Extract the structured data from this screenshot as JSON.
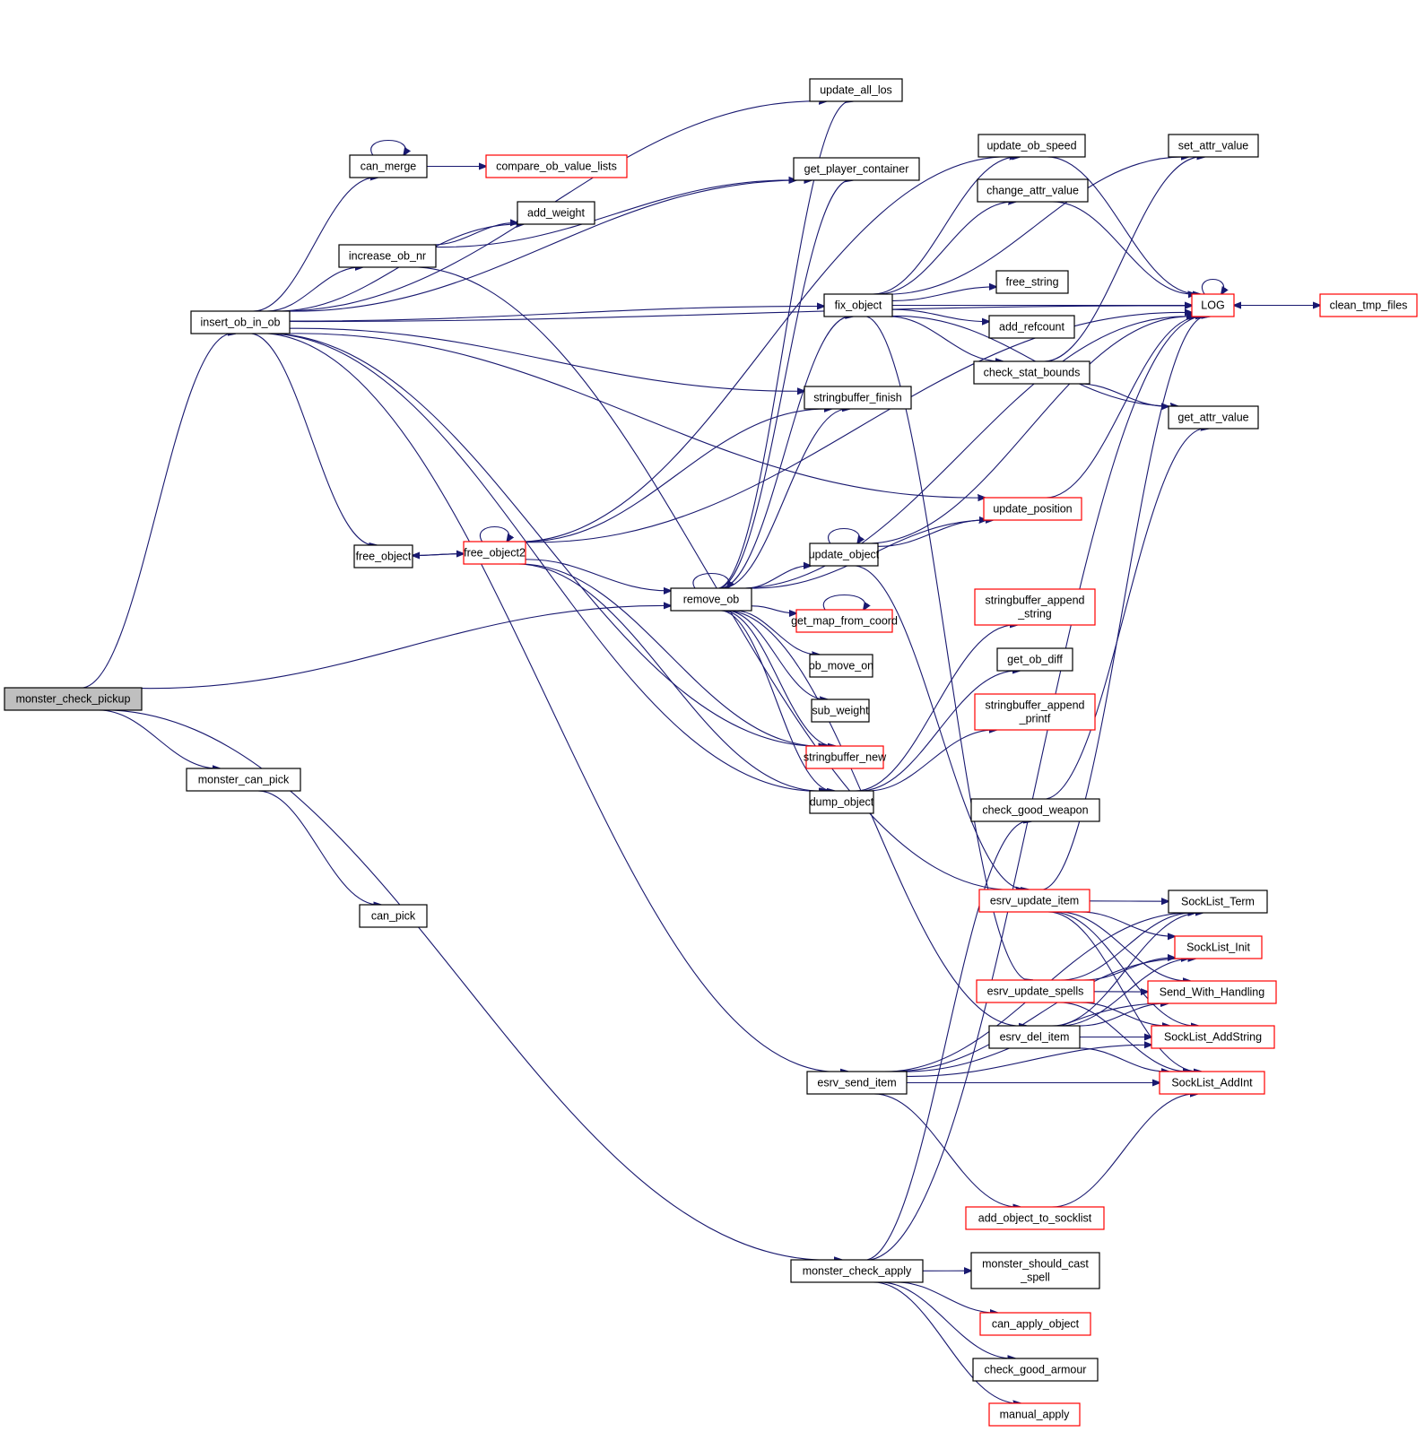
{
  "title": "monster_check_pickup call graph",
  "colors": {
    "edge": "#191970",
    "node_border": "#000000",
    "node_border_undocumented": "#ff0000",
    "root_fill": "#bfbfbf",
    "node_fill": "#ffffff"
  },
  "nodes": [
    {
      "id": "monster_check_pickup",
      "lines": [
        "monster_check_pickup"
      ],
      "style": "root"
    },
    {
      "id": "insert_ob_in_ob",
      "lines": [
        "insert_ob_in_ob"
      ],
      "style": "normal"
    },
    {
      "id": "monster_can_pick",
      "lines": [
        "monster_can_pick"
      ],
      "style": "normal"
    },
    {
      "id": "can_pick",
      "lines": [
        "can_pick"
      ],
      "style": "normal"
    },
    {
      "id": "can_merge",
      "lines": [
        "can_merge"
      ],
      "style": "normal"
    },
    {
      "id": "compare_ob_value_lists",
      "lines": [
        "compare_ob_value_lists"
      ],
      "style": "red"
    },
    {
      "id": "add_weight",
      "lines": [
        "add_weight"
      ],
      "style": "normal"
    },
    {
      "id": "increase_ob_nr",
      "lines": [
        "increase_ob_nr"
      ],
      "style": "normal"
    },
    {
      "id": "free_object",
      "lines": [
        "free_object"
      ],
      "style": "normal"
    },
    {
      "id": "free_object2",
      "lines": [
        "free_object2"
      ],
      "style": "red"
    },
    {
      "id": "update_all_los",
      "lines": [
        "update_all_los"
      ],
      "style": "normal"
    },
    {
      "id": "get_player_container",
      "lines": [
        "get_player_container"
      ],
      "style": "normal"
    },
    {
      "id": "fix_object",
      "lines": [
        "fix_object"
      ],
      "style": "normal"
    },
    {
      "id": "stringbuffer_finish",
      "lines": [
        "stringbuffer_finish"
      ],
      "style": "normal"
    },
    {
      "id": "remove_ob",
      "lines": [
        "remove_ob"
      ],
      "style": "normal"
    },
    {
      "id": "update_object",
      "lines": [
        "update_object"
      ],
      "style": "normal"
    },
    {
      "id": "get_map_from_coord",
      "lines": [
        "get_map_from_coord"
      ],
      "style": "red"
    },
    {
      "id": "ob_move_on",
      "lines": [
        "ob_move_on"
      ],
      "style": "normal"
    },
    {
      "id": "sub_weight",
      "lines": [
        "sub_weight"
      ],
      "style": "normal"
    },
    {
      "id": "stringbuffer_new",
      "lines": [
        "stringbuffer_new"
      ],
      "style": "red"
    },
    {
      "id": "dump_object",
      "lines": [
        "dump_object"
      ],
      "style": "normal"
    },
    {
      "id": "esrv_send_item",
      "lines": [
        "esrv_send_item"
      ],
      "style": "normal"
    },
    {
      "id": "monster_check_apply",
      "lines": [
        "monster_check_apply"
      ],
      "style": "normal"
    },
    {
      "id": "update_ob_speed",
      "lines": [
        "update_ob_speed"
      ],
      "style": "normal"
    },
    {
      "id": "change_attr_value",
      "lines": [
        "change_attr_value"
      ],
      "style": "normal"
    },
    {
      "id": "free_string",
      "lines": [
        "free_string"
      ],
      "style": "normal"
    },
    {
      "id": "add_refcount",
      "lines": [
        "add_refcount"
      ],
      "style": "normal"
    },
    {
      "id": "check_stat_bounds",
      "lines": [
        "check_stat_bounds"
      ],
      "style": "normal"
    },
    {
      "id": "update_position",
      "lines": [
        "update_position"
      ],
      "style": "red"
    },
    {
      "id": "stringbuffer_append_string",
      "lines": [
        "stringbuffer_append",
        "_string"
      ],
      "style": "red"
    },
    {
      "id": "get_ob_diff",
      "lines": [
        "get_ob_diff"
      ],
      "style": "normal"
    },
    {
      "id": "stringbuffer_append_printf",
      "lines": [
        "stringbuffer_append",
        "_printf"
      ],
      "style": "red"
    },
    {
      "id": "check_good_weapon",
      "lines": [
        "check_good_weapon"
      ],
      "style": "normal"
    },
    {
      "id": "esrv_update_item",
      "lines": [
        "esrv_update_item"
      ],
      "style": "red"
    },
    {
      "id": "esrv_update_spells",
      "lines": [
        "esrv_update_spells"
      ],
      "style": "red"
    },
    {
      "id": "esrv_del_item",
      "lines": [
        "esrv_del_item"
      ],
      "style": "normal"
    },
    {
      "id": "add_object_to_socklist",
      "lines": [
        "add_object_to_socklist"
      ],
      "style": "red"
    },
    {
      "id": "monster_should_cast_spell",
      "lines": [
        "monster_should_cast",
        "_spell"
      ],
      "style": "normal"
    },
    {
      "id": "can_apply_object",
      "lines": [
        "can_apply_object"
      ],
      "style": "red"
    },
    {
      "id": "check_good_armour",
      "lines": [
        "check_good_armour"
      ],
      "style": "normal"
    },
    {
      "id": "manual_apply",
      "lines": [
        "manual_apply"
      ],
      "style": "red"
    },
    {
      "id": "set_attr_value",
      "lines": [
        "set_attr_value"
      ],
      "style": "normal"
    },
    {
      "id": "LOG",
      "lines": [
        "LOG"
      ],
      "style": "red"
    },
    {
      "id": "clean_tmp_files",
      "lines": [
        "clean_tmp_files"
      ],
      "style": "red"
    },
    {
      "id": "get_attr_value",
      "lines": [
        "get_attr_value"
      ],
      "style": "normal"
    },
    {
      "id": "SockList_Term",
      "lines": [
        "SockList_Term"
      ],
      "style": "normal"
    },
    {
      "id": "SockList_Init",
      "lines": [
        "SockList_Init"
      ],
      "style": "red"
    },
    {
      "id": "Send_With_Handling",
      "lines": [
        "Send_With_Handling"
      ],
      "style": "red"
    },
    {
      "id": "SockList_AddString",
      "lines": [
        "SockList_AddString"
      ],
      "style": "red"
    },
    {
      "id": "SockList_AddInt",
      "lines": [
        "SockList_AddInt"
      ],
      "style": "red"
    }
  ],
  "edges": [
    [
      "monster_check_pickup",
      "insert_ob_in_ob"
    ],
    [
      "monster_check_pickup",
      "remove_ob"
    ],
    [
      "monster_check_pickup",
      "monster_can_pick"
    ],
    [
      "monster_check_pickup",
      "monster_check_apply"
    ],
    [
      "monster_can_pick",
      "can_pick"
    ],
    [
      "insert_ob_in_ob",
      "update_all_los"
    ],
    [
      "insert_ob_in_ob",
      "get_player_container"
    ],
    [
      "insert_ob_in_ob",
      "can_merge"
    ],
    [
      "insert_ob_in_ob",
      "add_weight"
    ],
    [
      "insert_ob_in_ob",
      "increase_ob_nr"
    ],
    [
      "insert_ob_in_ob",
      "fix_object"
    ],
    [
      "insert_ob_in_ob",
      "update_position"
    ],
    [
      "insert_ob_in_ob",
      "stringbuffer_finish"
    ],
    [
      "insert_ob_in_ob",
      "free_object"
    ],
    [
      "insert_ob_in_ob",
      "stringbuffer_new"
    ],
    [
      "insert_ob_in_ob",
      "dump_object"
    ],
    [
      "insert_ob_in_ob",
      "esrv_send_item"
    ],
    [
      "insert_ob_in_ob",
      "LOG"
    ],
    [
      "can_merge",
      "can_merge"
    ],
    [
      "can_merge",
      "compare_ob_value_lists"
    ],
    [
      "increase_ob_nr",
      "add_weight"
    ],
    [
      "increase_ob_nr",
      "get_player_container"
    ],
    [
      "increase_ob_nr",
      "esrv_update_item"
    ],
    [
      "free_object",
      "free_object2"
    ],
    [
      "free_object2",
      "free_object"
    ],
    [
      "free_object2",
      "free_object2"
    ],
    [
      "free_object2",
      "remove_ob"
    ],
    [
      "free_object2",
      "LOG"
    ],
    [
      "free_object2",
      "update_ob_speed"
    ],
    [
      "free_object2",
      "stringbuffer_new"
    ],
    [
      "free_object2",
      "dump_object"
    ],
    [
      "free_object2",
      "stringbuffer_finish"
    ],
    [
      "remove_ob",
      "remove_ob"
    ],
    [
      "remove_ob",
      "update_all_los"
    ],
    [
      "remove_ob",
      "get_player_container"
    ],
    [
      "remove_ob",
      "fix_object"
    ],
    [
      "remove_ob",
      "stringbuffer_finish"
    ],
    [
      "remove_ob",
      "update_object"
    ],
    [
      "remove_ob",
      "get_map_from_coord"
    ],
    [
      "remove_ob",
      "ob_move_on"
    ],
    [
      "remove_ob",
      "sub_weight"
    ],
    [
      "remove_ob",
      "stringbuffer_new"
    ],
    [
      "remove_ob",
      "dump_object"
    ],
    [
      "remove_ob",
      "update_position"
    ],
    [
      "remove_ob",
      "esrv_del_item"
    ],
    [
      "remove_ob",
      "LOG"
    ],
    [
      "update_object",
      "update_object"
    ],
    [
      "update_object",
      "update_position"
    ],
    [
      "update_object",
      "LOG"
    ],
    [
      "update_object",
      "esrv_update_item"
    ],
    [
      "get_map_from_coord",
      "get_map_from_coord"
    ],
    [
      "fix_object",
      "update_ob_speed"
    ],
    [
      "fix_object",
      "change_attr_value"
    ],
    [
      "fix_object",
      "free_string"
    ],
    [
      "fix_object",
      "add_refcount"
    ],
    [
      "fix_object",
      "check_stat_bounds"
    ],
    [
      "fix_object",
      "LOG"
    ],
    [
      "fix_object",
      "set_attr_value"
    ],
    [
      "fix_object",
      "get_attr_value"
    ],
    [
      "fix_object",
      "esrv_update_spells"
    ],
    [
      "update_ob_speed",
      "LOG"
    ],
    [
      "change_attr_value",
      "LOG"
    ],
    [
      "check_stat_bounds",
      "set_attr_value"
    ],
    [
      "check_stat_bounds",
      "get_attr_value"
    ],
    [
      "update_position",
      "LOG"
    ],
    [
      "dump_object",
      "stringbuffer_append_string"
    ],
    [
      "dump_object",
      "get_ob_diff"
    ],
    [
      "dump_object",
      "stringbuffer_append_printf"
    ],
    [
      "LOG",
      "LOG"
    ],
    [
      "LOG",
      "clean_tmp_files"
    ],
    [
      "clean_tmp_files",
      "LOG"
    ],
    [
      "check_good_weapon",
      "get_attr_value"
    ],
    [
      "esrv_update_item",
      "SockList_Term"
    ],
    [
      "esrv_update_item",
      "SockList_Init"
    ],
    [
      "esrv_update_item",
      "Send_With_Handling"
    ],
    [
      "esrv_update_item",
      "SockList_AddString"
    ],
    [
      "esrv_update_item",
      "SockList_AddInt"
    ],
    [
      "esrv_update_item",
      "LOG"
    ],
    [
      "esrv_update_spells",
      "SockList_Term"
    ],
    [
      "esrv_update_spells",
      "SockList_Init"
    ],
    [
      "esrv_update_spells",
      "Send_With_Handling"
    ],
    [
      "esrv_update_spells",
      "SockList_AddString"
    ],
    [
      "esrv_update_spells",
      "SockList_AddInt"
    ],
    [
      "esrv_del_item",
      "SockList_Term"
    ],
    [
      "esrv_del_item",
      "SockList_Init"
    ],
    [
      "esrv_del_item",
      "Send_With_Handling"
    ],
    [
      "esrv_del_item",
      "SockList_AddString"
    ],
    [
      "esrv_del_item",
      "SockList_AddInt"
    ],
    [
      "esrv_send_item",
      "SockList_Term"
    ],
    [
      "esrv_send_item",
      "SockList_Init"
    ],
    [
      "esrv_send_item",
      "Send_With_Handling"
    ],
    [
      "esrv_send_item",
      "SockList_AddString"
    ],
    [
      "esrv_send_item",
      "SockList_AddInt"
    ],
    [
      "esrv_send_item",
      "add_object_to_socklist"
    ],
    [
      "add_object_to_socklist",
      "SockList_AddInt"
    ],
    [
      "monster_check_apply",
      "monster_should_cast_spell"
    ],
    [
      "monster_check_apply",
      "can_apply_object"
    ],
    [
      "monster_check_apply",
      "check_good_armour"
    ],
    [
      "monster_check_apply",
      "manual_apply"
    ],
    [
      "monster_check_apply",
      "check_good_weapon"
    ],
    [
      "monster_check_apply",
      "LOG"
    ]
  ]
}
